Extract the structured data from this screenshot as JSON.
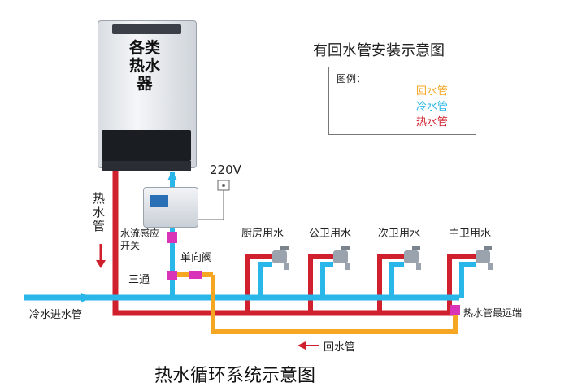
{
  "heater": {
    "label": "各类热水器"
  },
  "title": "有回水管安装示意图",
  "legend": {
    "title": "图例：",
    "items": [
      {
        "label": "回水管",
        "color": "#f5a623"
      },
      {
        "label": "冷水管",
        "color": "#29b6e8"
      },
      {
        "label": "热水管",
        "color": "#d0202e"
      }
    ]
  },
  "labels": {
    "voltage": "220V",
    "hot_pipe": "热水管",
    "flow_switch": "水流感应开关",
    "check_valve": "单向阀",
    "tee": "三通",
    "cold_inlet": "冷水进水管",
    "farthest": "热水管最远端",
    "return_pipe": "回水管"
  },
  "taps": [
    "厨房用水",
    "公卫用水",
    "次卫用水",
    "主卫用水"
  ],
  "bottom_title": "热水循环系统示意图"
}
